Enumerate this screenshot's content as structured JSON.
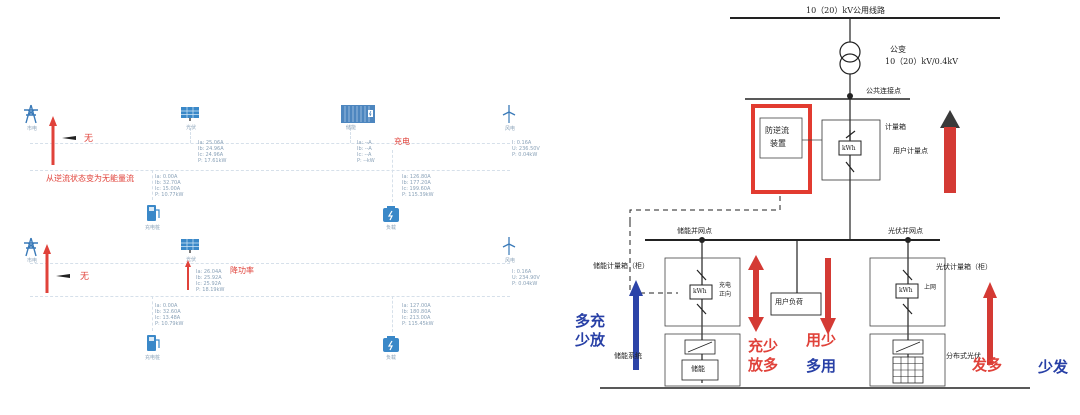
{
  "left_panel": {
    "top": {
      "labels": {
        "grid": "市电",
        "pv": "光伏",
        "storage": "储能",
        "wind": "风电",
        "charger": "充电桩",
        "load": "负载"
      },
      "grid_status": "无",
      "storage_status": "充电",
      "note": "从逆流状态变为无能量流",
      "pv_readings": [
        "Ia: 25.06A",
        "Ib: 24.96A",
        "Ic: 24.96A",
        "P: 17.61kW"
      ],
      "storage_readings": [
        "Ia: --A",
        "Ib: --A",
        "Ic: --A",
        "P: --kW"
      ],
      "wind_readings": [
        "I: 0.16A",
        "U: 236.50V",
        "P: 0.04kW"
      ],
      "charger_readings": [
        "Ia: 0.00A",
        "Ib: 32.70A",
        "Ic: 15.00A",
        "P: 10.77kW"
      ],
      "load_readings": [
        "Ia: 126.80A",
        "Ib: 177.20A",
        "Ic: 199.60A",
        "P: 115.39kW"
      ]
    },
    "bottom": {
      "labels": {
        "grid": "市电",
        "pv": "光伏",
        "wind": "风电",
        "charger": "充电桩",
        "load": "负载"
      },
      "grid_status": "无",
      "pv_status": "降功率",
      "pv_readings": [
        "Ia: 26.04A",
        "Ib: 25.92A",
        "Ic: 25.92A",
        "P: 18.19kW"
      ],
      "wind_readings": [
        "I: 0.16A",
        "U: 234.90V",
        "P: 0.04kW"
      ],
      "charger_readings": [
        "Ia: 0.00A",
        "Ib: 32.60A",
        "Ic: 13.48A",
        "P: 10.79kW"
      ],
      "load_readings": [
        "Ia: 127.00A",
        "Ib: 180.80A",
        "Ic: 213.00A",
        "P: 115.45kW"
      ]
    }
  },
  "right_panel": {
    "line_title": "10（20）kV公用线路",
    "transformer_title": "公变",
    "transformer_rating": "10（20）kV/0.4kV",
    "public_point": "公共连接点",
    "anti_backflow": [
      "防逆流",
      "装置"
    ],
    "meter_box": "计量箱",
    "user_meter_point": "用户计量点",
    "storage_point": "储能并网点",
    "pv_point": "光伏并网点",
    "storage_meter_box": "储能计量箱（柜）",
    "pv_meter_box": "光伏计量箱（柜）",
    "charge_dir": [
      "充电",
      "正向"
    ],
    "upload": "上网",
    "user_load": "用户负荷",
    "storage_system": "储能系统",
    "storage_unit": "储能",
    "pv_system": "分布式光伏",
    "kwh": "kWh",
    "labels": {
      "more_charge": "多充",
      "less_discharge": "少放",
      "less_charge": "充少",
      "more_discharge": "放多",
      "less_use": "用少",
      "more_use": "多用",
      "more_gen": "发多",
      "less_gen": "少发"
    },
    "colors": {
      "red": "#d43a34",
      "blue": "#2c44a8",
      "highlight": "#e23b30"
    }
  }
}
